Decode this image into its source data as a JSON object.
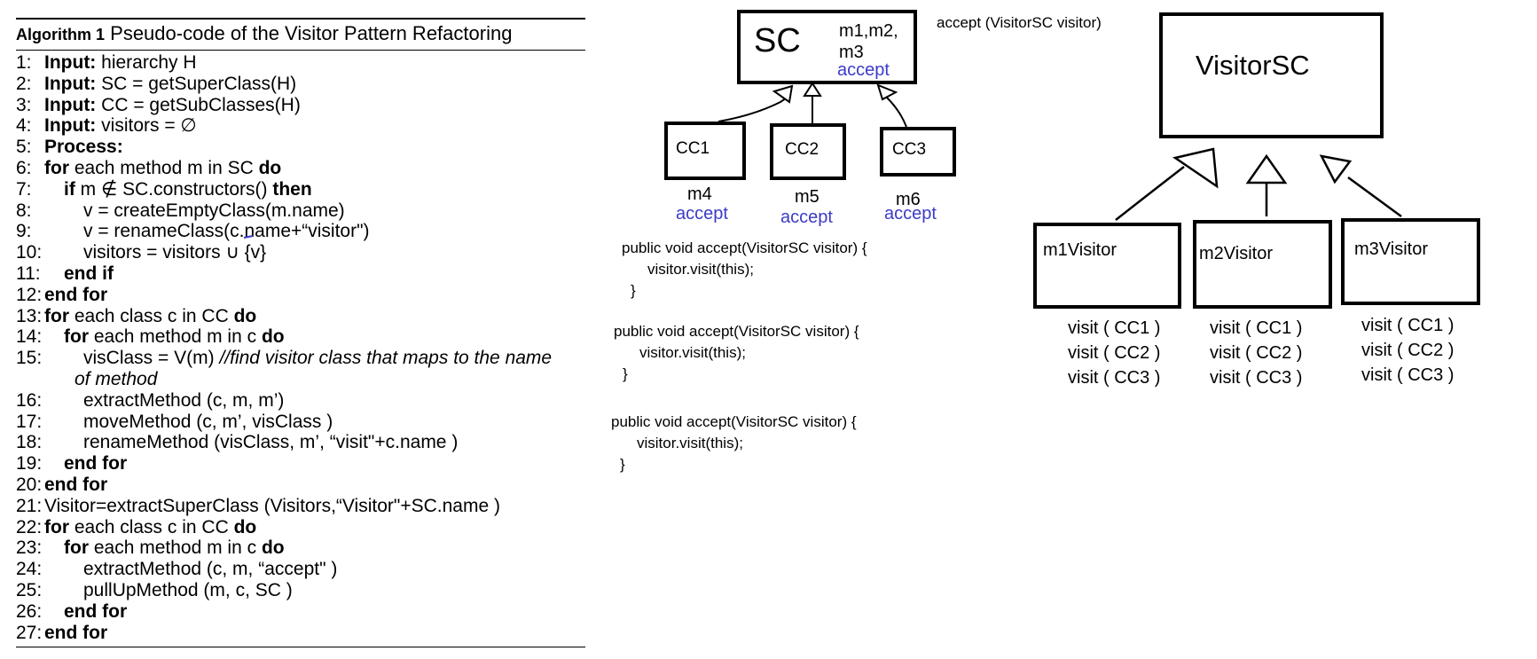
{
  "algorithm": {
    "label": "Algorithm 1",
    "title": "Pseudo-code of the Visitor Pattern Refactoring",
    "lines": [
      {
        "num": "1:",
        "indent": 0,
        "kw": "Input:",
        "text": " hierarchy H"
      },
      {
        "num": "2:",
        "indent": 0,
        "kw": "Input:",
        "text": " SC = getSuperClass(H)"
      },
      {
        "num": "3:",
        "indent": 0,
        "kw": "Input:",
        "text": " CC = getSubClasses(H)"
      },
      {
        "num": "4:",
        "indent": 0,
        "kw": "Input:",
        "text": " visitors = ∅"
      },
      {
        "num": "5:",
        "indent": 0,
        "kw": "Process:",
        "text": ""
      },
      {
        "num": "6:",
        "indent": 0,
        "kw": "for",
        "text": " each method m in SC ",
        "kw2": "do"
      },
      {
        "num": "7:",
        "indent": 1,
        "kw": "if",
        "text": " m ∉ SC.constructors() ",
        "kw2": "then"
      },
      {
        "num": "8:",
        "indent": 2,
        "kw": "",
        "text": "v = createEmptyClass(m.name)"
      },
      {
        "num": "9:",
        "indent": 2,
        "kw": "",
        "text": "v = renameClass(c.name+“visitor\")"
      },
      {
        "num": "10:",
        "indent": 2,
        "kw": "",
        "text": "visitors = visitors ∪ {v}"
      },
      {
        "num": "11:",
        "indent": 1,
        "kw": "end if",
        "text": ""
      },
      {
        "num": "12:",
        "indent": 0,
        "kw": "end for",
        "text": ""
      },
      {
        "num": "13:",
        "indent": 0,
        "kw": "for",
        "text": " each class c in CC ",
        "kw2": "do"
      },
      {
        "num": "14:",
        "indent": 1,
        "kw": "for",
        "text": " each method m in c ",
        "kw2": "do"
      },
      {
        "num": "15:",
        "indent": 2,
        "kw": "",
        "text": "visClass = V(m) ",
        "italic": "//find visitor class that maps to the name",
        "cont": "of method"
      },
      {
        "num": "16:",
        "indent": 2,
        "kw": "",
        "text": "extractMethod (c, m, m’)"
      },
      {
        "num": "17:",
        "indent": 2,
        "kw": "",
        "text": "moveMethod (c, m’, visClass )"
      },
      {
        "num": "18:",
        "indent": 2,
        "kw": "",
        "text": "renameMethod (visClass, m’, “visit\"+c.name )"
      },
      {
        "num": "19:",
        "indent": 1,
        "kw": "end for",
        "text": ""
      },
      {
        "num": "20:",
        "indent": 0,
        "kw": "end for",
        "text": ""
      },
      {
        "num": "21:",
        "indent": 0,
        "kw": "",
        "text": "Visitor=extractSuperClass (Visitors,“Visitor\"+SC.name )"
      },
      {
        "num": "22:",
        "indent": 0,
        "kw": "for",
        "text": " each class c in CC ",
        "kw2": "do"
      },
      {
        "num": "23:",
        "indent": 1,
        "kw": "for",
        "text": " each method m in c ",
        "kw2": "do"
      },
      {
        "num": "24:",
        "indent": 2,
        "kw": "",
        "text": "extractMethod (c, m, “accept\" )"
      },
      {
        "num": "25:",
        "indent": 2,
        "kw": "",
        "text": "pullUpMethod (m, c, SC )"
      },
      {
        "num": "26:",
        "indent": 1,
        "kw": "end for",
        "text": ""
      },
      {
        "num": "27:",
        "indent": 0,
        "kw": "end for",
        "text": ""
      }
    ]
  },
  "diagram": {
    "sc": {
      "name": "SC",
      "methods_line1": "m1,m2,",
      "methods_line2": "m3",
      "accept": "accept"
    },
    "sc_accept_signature": "accept (VisitorSC visitor)",
    "subclasses": [
      {
        "name": "CC1",
        "method": "m4",
        "accept": "accept"
      },
      {
        "name": "CC2",
        "method": "m5",
        "accept": "accept"
      },
      {
        "name": "CC3",
        "method": "m6",
        "accept": "accept"
      }
    ],
    "code_blocks": [
      {
        "l1": "public void accept(VisitorSC visitor) {",
        "l2": "visitor.visit(this);",
        "l3": "}"
      },
      {
        "l1": "public void accept(VisitorSC visitor) {",
        "l2": "visitor.visit(this);",
        "l3": "}"
      },
      {
        "l1": "public void accept(VisitorSC visitor) {",
        "l2": "visitor.visit(this);",
        "l3": "}"
      }
    ],
    "visitor_super": {
      "name": "VisitorSC"
    },
    "visitors": [
      {
        "name": "m1Visitor",
        "visits": [
          "visit ( CC1 )",
          "visit ( CC2 )",
          "visit ( CC3 )"
        ]
      },
      {
        "name": "m2Visitor",
        "visits": [
          "visit ( CC1 )",
          "visit ( CC2 )",
          "visit ( CC3 )"
        ]
      },
      {
        "name": "m3Visitor",
        "visits": [
          "visit ( CC1 )",
          "visit ( CC2 )",
          "visit ( CC3 )"
        ]
      }
    ],
    "colors": {
      "accent_blue": "#3b3bc7",
      "ink": "#000000"
    }
  }
}
